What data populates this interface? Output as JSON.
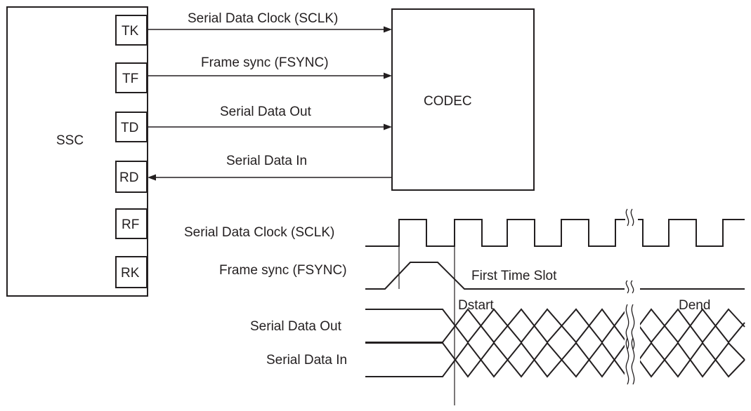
{
  "blocks": {
    "ssc": "SSC",
    "codec": "CODEC"
  },
  "pins": [
    "TK",
    "TF",
    "TD",
    "RD",
    "RF",
    "RK"
  ],
  "signals": {
    "sclk": "Serial Data Clock (SCLK)",
    "fsync": "Frame sync (FSYNC)",
    "data_out": "Serial Data Out",
    "data_in": "Serial Data In"
  },
  "timing": {
    "sclk": "Serial Data Clock (SCLK)",
    "fsync": "Frame sync (FSYNC)",
    "first_slot": "First Time Slot",
    "dstart": "Dstart",
    "dend": "Dend",
    "data_out": "Serial Data Out",
    "data_in": "Serial Data In"
  }
}
